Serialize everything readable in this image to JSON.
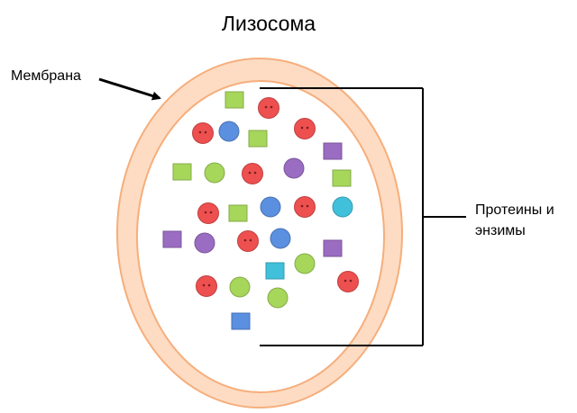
{
  "title": "Лизосома",
  "labels": {
    "membrane": "Мембрана",
    "proteins_line1": "Протеины и",
    "proteins_line2": "энзимы"
  },
  "colors": {
    "membrane_outer": "#f8b88a",
    "membrane_fill": "#fdddc4",
    "red": "#ee5050",
    "blue": "#5b8fe0",
    "green": "#a6d65a",
    "purple": "#9a6cc2",
    "cyan": "#41c0dc",
    "lines": "#000000"
  },
  "molecules": [
    {
      "shape": "square",
      "color": "green"
    },
    {
      "shape": "face",
      "color": "red"
    },
    {
      "shape": "face",
      "color": "red"
    },
    {
      "shape": "circle",
      "color": "blue"
    },
    {
      "shape": "square",
      "color": "green"
    },
    {
      "shape": "face",
      "color": "red"
    },
    {
      "shape": "square",
      "color": "purple"
    },
    {
      "shape": "square",
      "color": "green"
    },
    {
      "shape": "circle",
      "color": "green"
    },
    {
      "shape": "face",
      "color": "red"
    },
    {
      "shape": "circle",
      "color": "purple"
    },
    {
      "shape": "square",
      "color": "green"
    },
    {
      "shape": "face",
      "color": "red"
    },
    {
      "shape": "square",
      "color": "green"
    },
    {
      "shape": "circle",
      "color": "blue"
    },
    {
      "shape": "face",
      "color": "red"
    },
    {
      "shape": "circle",
      "color": "cyan"
    },
    {
      "shape": "square",
      "color": "purple"
    },
    {
      "shape": "circle",
      "color": "purple"
    },
    {
      "shape": "face",
      "color": "red"
    },
    {
      "shape": "circle",
      "color": "blue"
    },
    {
      "shape": "square",
      "color": "purple"
    },
    {
      "shape": "square",
      "color": "cyan"
    },
    {
      "shape": "circle",
      "color": "green"
    },
    {
      "shape": "face",
      "color": "red"
    },
    {
      "shape": "circle",
      "color": "green"
    },
    {
      "shape": "circle",
      "color": "green"
    },
    {
      "shape": "face",
      "color": "red"
    },
    {
      "shape": "square",
      "color": "blue"
    }
  ]
}
